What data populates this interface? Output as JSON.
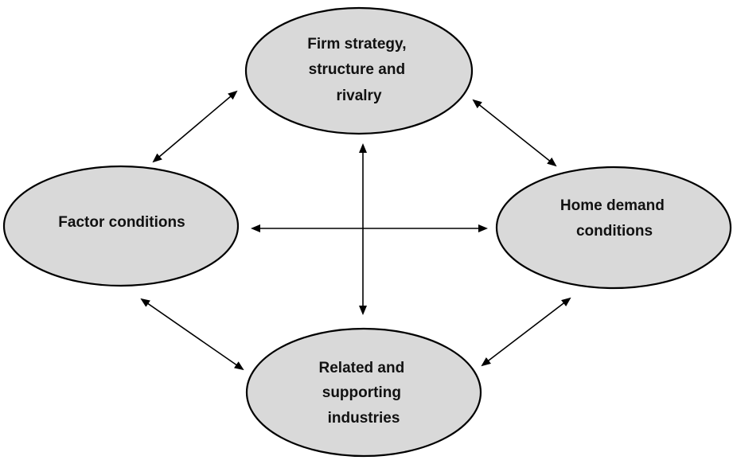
{
  "diagram": {
    "colors": {
      "node_fill": "#d9d9d9",
      "node_stroke": "#000000",
      "arrow": "#000000",
      "background": "#ffffff"
    },
    "nodes": {
      "firm": {
        "lines": [
          "Firm strategy,",
          "structure and",
          "rivalry"
        ]
      },
      "factor": {
        "lines": [
          "Factor conditions"
        ]
      },
      "demand": {
        "lines": [
          "Home demand",
          "conditions"
        ]
      },
      "related": {
        "lines": [
          "Related and",
          "supporting",
          "industries"
        ]
      }
    },
    "connections": [
      {
        "from": "firm",
        "to": "factor",
        "direction": "both"
      },
      {
        "from": "firm",
        "to": "demand",
        "direction": "both"
      },
      {
        "from": "factor",
        "to": "related",
        "direction": "both"
      },
      {
        "from": "demand",
        "to": "related",
        "direction": "both"
      },
      {
        "from": "firm",
        "to": "related",
        "direction": "both"
      },
      {
        "from": "factor",
        "to": "demand",
        "direction": "both"
      }
    ]
  }
}
